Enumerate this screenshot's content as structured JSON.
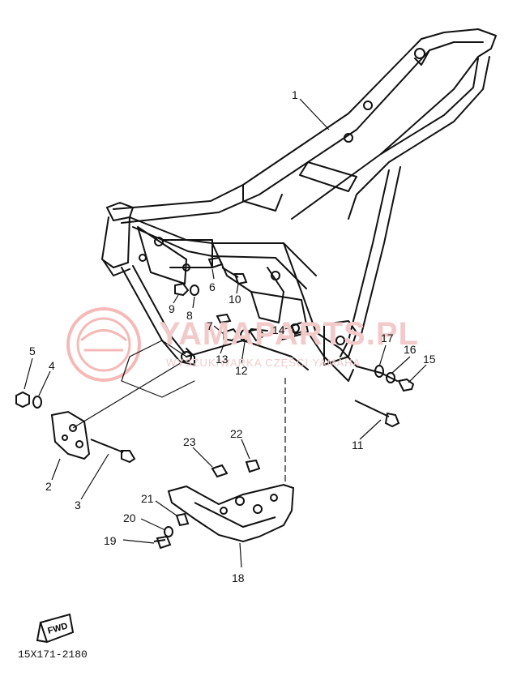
{
  "watermark": {
    "text": "YAMAPARTS.PL",
    "subtext": "WYSZUKIWARKA CZĘŚCI YAMAHA",
    "color": "#e53935"
  },
  "callouts": [
    "1",
    "2",
    "3",
    "4",
    "5",
    "6",
    "7",
    "8",
    "9",
    "10",
    "11",
    "12",
    "13",
    "14",
    "15",
    "16",
    "17",
    "18",
    "19",
    "20",
    "21",
    "22",
    "23"
  ],
  "fwd_label": "FWD",
  "diagram_code": "15X171-2180"
}
